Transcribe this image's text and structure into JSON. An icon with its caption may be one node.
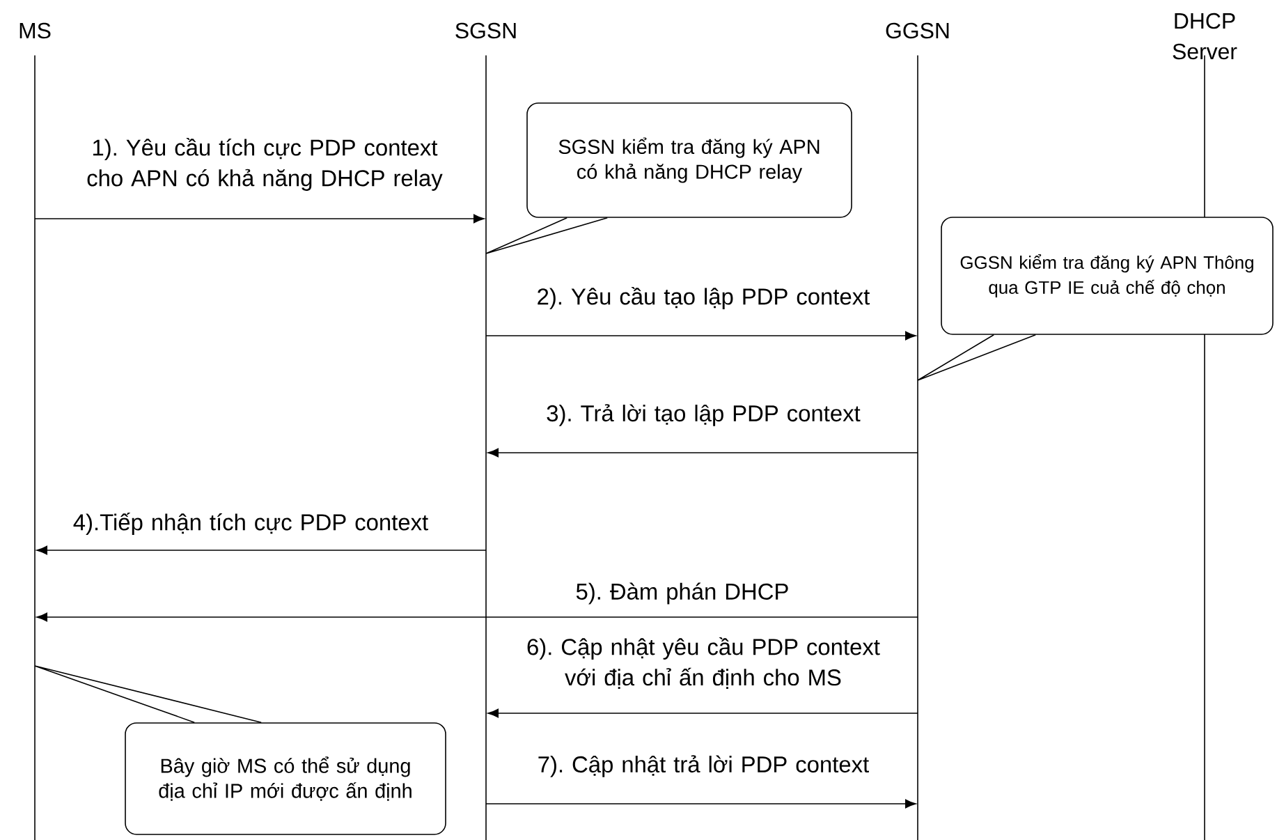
{
  "diagram": {
    "nodes": [
      {
        "text": [],
        "shape": "line",
        "beside": [
          "MS"
        ]
      },
      {
        "text": [],
        "shape": "line",
        "beside": [
          "SGSN"
        ]
      },
      {
        "text": [],
        "shape": "line",
        "beside": [
          "GGSN"
        ]
      },
      {
        "text": [],
        "shape": "line",
        "beside": [
          "DHCP Server"
        ]
      },
      {
        "text": [
          "SGSN kiểm tra đăng ký APN có khả năng DHCP relay"
        ]
      },
      {
        "text": [
          "GGSN kiểm tra đăng ký APN Thông qua GTP IE cuả chế độ chọn"
        ]
      },
      {
        "text": [
          "Bây giờ MS có thể sử dụng địa chỉ IP mới được ấn định"
        ]
      }
    ],
    "edges": [
      {
        "from": 0,
        "to": 1,
        "arrow": "to",
        "label": "1). Yêu cầu tích cực PDP context cho APN có khả năng DHCP relay"
      },
      {
        "from": 1,
        "to": 2,
        "arrow": "to",
        "label": "2). Yêu cầu tạo lập PDP context"
      },
      {
        "from": 2,
        "to": 1,
        "arrow": "to",
        "label": "3). Trả lời tạo lập PDP context"
      },
      {
        "from": 1,
        "to": 0,
        "arrow": "to",
        "label": "4).Tiếp nhận tích cực PDP context"
      },
      {
        "from": 2,
        "to": 0,
        "arrow": "to",
        "label": "5). Đàm phán DHCP"
      },
      {
        "from": 2,
        "to": 1,
        "arrow": "to",
        "label": "6). Cập nhật yêu cầu PDP context với địa chỉ ấn định cho MS"
      },
      {
        "from": 1,
        "to": 2,
        "arrow": "to",
        "label": "7). Cập nhật trả lời PDP context"
      },
      {
        "from": 4,
        "to": 1,
        "arrow": "none"
      },
      {
        "from": 5,
        "to": 2,
        "arrow": "none"
      },
      {
        "from": 6,
        "to": 0,
        "arrow": "none"
      }
    ]
  }
}
